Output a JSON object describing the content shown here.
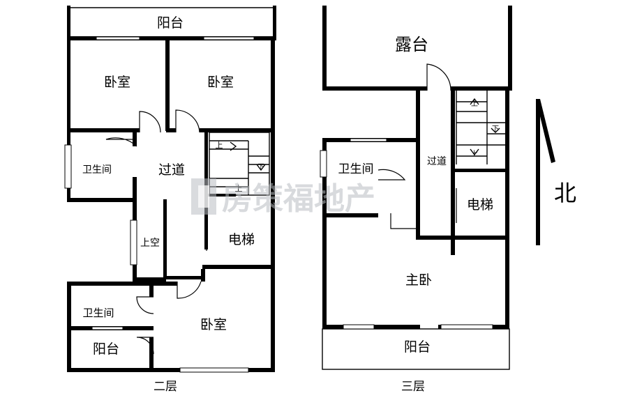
{
  "floor2": {
    "caption": "二层",
    "rooms": {
      "balcony_top": "阳台",
      "bedroom_left": "卧室",
      "bedroom_right": "卧室",
      "corridor": "过道",
      "bathroom_left": "卫生间",
      "void": "上空",
      "elevator": "电梯",
      "bathroom_bottom": "卫生间",
      "balcony_bottom": "阳台",
      "bedroom_bottom": "卧室"
    },
    "stairs": {
      "up1": "上",
      "up2": "上",
      "down": "下"
    }
  },
  "floor3": {
    "caption": "三层",
    "rooms": {
      "terrace": "露台",
      "bathroom": "卫生间",
      "corridor": "过道",
      "elevator": "电梯",
      "master_bedroom": "主卧",
      "balcony": "阳台"
    },
    "stairs": {
      "up1": "上",
      "up2": "上",
      "down": "下"
    }
  },
  "compass": {
    "label": "北"
  },
  "watermark": {
    "text": "房策福地产"
  }
}
